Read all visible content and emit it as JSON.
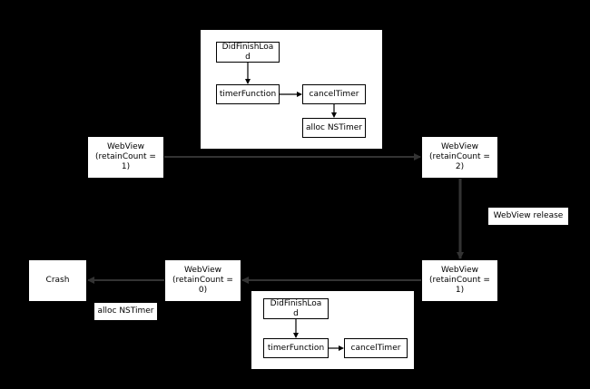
{
  "colors": {
    "background": "#000000",
    "node_fill": "#ffffff",
    "stroke": "#333333"
  },
  "top_frame": {
    "did_finish_load": "DidFinishLoa\nd",
    "timer_function": "timerFunction",
    "cancel_timer": "cancelTimer",
    "alloc_timer": "alloc NSTimer"
  },
  "nodes": {
    "webview_rc1_left": "WebView\n(retainCount =\n1)",
    "webview_rc2": "WebView\n(retainCount =\n2)",
    "webview_release": "WebView release",
    "webview_rc1_right": "WebView\n(retainCount =\n1)",
    "webview_rc0": "WebView\n(retainCount =\n0)",
    "crash": "Crash",
    "alloc_timer_label": "alloc NSTimer"
  },
  "bottom_frame": {
    "did_finish_load": "DidFinishLoa\nd",
    "timer_function": "timerFunction",
    "cancel_timer": "cancelTimer"
  }
}
